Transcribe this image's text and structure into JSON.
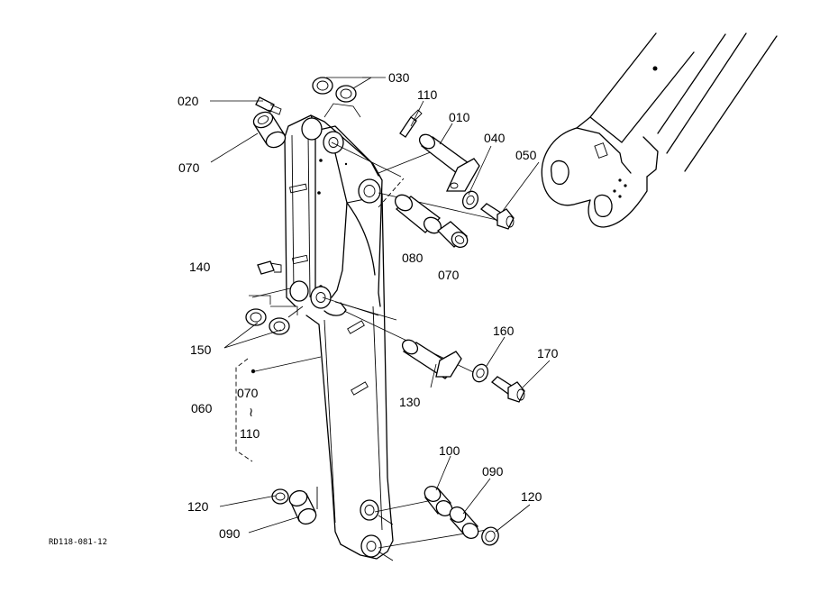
{
  "diagram": {
    "reference_code": "RD118-081-12",
    "part_labels": {
      "p010": "010",
      "p020": "020",
      "p030": "030",
      "p040": "040",
      "p050": "050",
      "p060": "060",
      "p070_top": "070",
      "p070_mid": "070",
      "p070_range_from": "070",
      "p070_range_to": "110",
      "p080": "080",
      "p090_lower": "090",
      "p090_right": "090",
      "p100": "100",
      "p110": "110",
      "p120_left": "120",
      "p120_right": "120",
      "p130": "130",
      "p140": "140",
      "p150": "150",
      "p160": "160",
      "p170": "170"
    },
    "range_symbol": "≀"
  }
}
